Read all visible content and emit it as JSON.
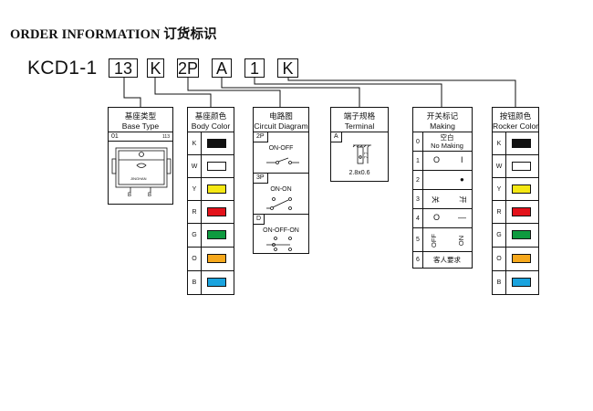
{
  "heading": "ORDER INFORMATION 订货标识",
  "model_prefix": "KCD1-1",
  "codes": [
    "13",
    "K",
    "2P",
    "A",
    "1",
    "K"
  ],
  "base_type": {
    "title_cn": "基座类型",
    "title_en": "Base Type",
    "option_code": "01",
    "option_value": "113",
    "brand": "JINGHAN",
    "pin_labels": [
      "B",
      "B"
    ]
  },
  "body_color": {
    "title_cn": "基座颜色",
    "title_en": "Body Color",
    "rows": [
      {
        "code": "K",
        "color": "#111111"
      },
      {
        "code": "W",
        "color": "#ffffff"
      },
      {
        "code": "Y",
        "color": "#f5e814"
      },
      {
        "code": "R",
        "color": "#e3121b"
      },
      {
        "code": "G",
        "color": "#0e9a3f"
      },
      {
        "code": "O",
        "color": "#f6a81c"
      },
      {
        "code": "B",
        "color": "#1aa3de"
      }
    ]
  },
  "circuit": {
    "title_cn": "电路图",
    "title_en": "Circuit Diagram",
    "options": [
      {
        "code": "2P",
        "label": "ON-OFF"
      },
      {
        "code": "3P",
        "label": "ON-ON"
      },
      {
        "code": "D",
        "label": "ON-OFF-ON"
      }
    ]
  },
  "terminal": {
    "title_cn": "端子规格",
    "title_en": "Terminal",
    "option_code": "A",
    "dimension_label": "7.7",
    "size_label": "2.8x0.6"
  },
  "marking": {
    "title_cn": "开关标记",
    "title_en": "Making",
    "rows": [
      {
        "code": "0",
        "line1": "空白",
        "line2": "No Making"
      },
      {
        "code": "1",
        "left": "O",
        "right": "I"
      },
      {
        "code": "2",
        "left": "",
        "right": "●"
      },
      {
        "code": "3",
        "left": "关",
        "right": "开"
      },
      {
        "code": "4",
        "left": "O",
        "right": "—"
      },
      {
        "code": "5",
        "left": "OFF",
        "right": "ON"
      },
      {
        "code": "6",
        "text": "客人要求"
      }
    ]
  },
  "rocker_color": {
    "title_cn": "按钮颜色",
    "title_en": "Rocker Color",
    "rows": [
      {
        "code": "K",
        "color": "#111111"
      },
      {
        "code": "W",
        "color": "#ffffff"
      },
      {
        "code": "Y",
        "color": "#f5e814"
      },
      {
        "code": "R",
        "color": "#e3121b"
      },
      {
        "code": "G",
        "color": "#0e9a3f"
      },
      {
        "code": "O",
        "color": "#f6a81c"
      },
      {
        "code": "B",
        "color": "#1aa3de"
      }
    ]
  }
}
